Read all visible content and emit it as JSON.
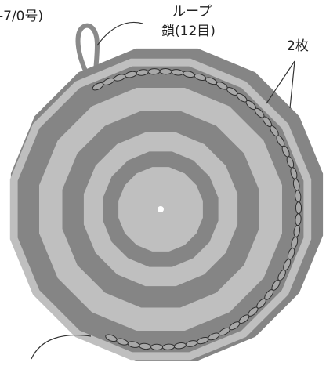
{
  "labels": {
    "hook": "-7/0号)",
    "loop_line1": "ループ",
    "loop_line2": "鎖(12目)",
    "pieces": "2枚"
  },
  "colors": {
    "dark_gray": "#858585",
    "light_gray": "#bfbfbf",
    "stitch_fill": "#a8a8a8",
    "stitch_stroke": "#2f2f2f",
    "center_dot": "#ffffff",
    "leader_line": "#333333"
  },
  "diagram": {
    "polygon_sides": 16,
    "ring_count": 8,
    "ring_pattern": [
      "light",
      "dark",
      "light",
      "dark",
      "light",
      "dark",
      "light",
      "dark"
    ]
  }
}
